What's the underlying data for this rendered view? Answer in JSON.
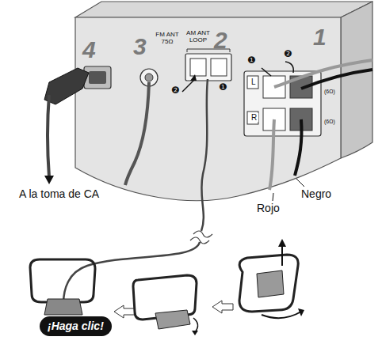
{
  "diagram": {
    "nodes": [
      {
        "text": [
          "¡Haga clic!"
        ]
      }
    ],
    "labels": [
      "4",
      "3",
      "FM ANT 75Ω",
      "2",
      "AM ANT LOOP",
      "1",
      "L",
      "R",
      "(6Ω)",
      "(6Ω)",
      "❶",
      "❷",
      "❷",
      "❶",
      "A la toma de CA",
      "Rojo",
      "Negro"
    ]
  }
}
